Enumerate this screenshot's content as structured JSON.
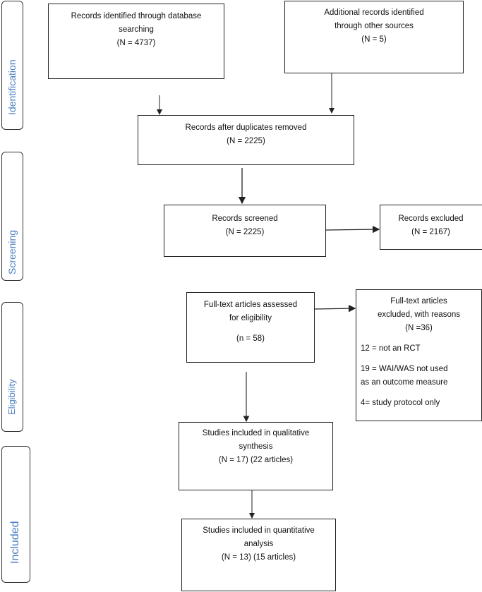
{
  "phases": [
    "Identification",
    "Screening",
    "Eligibility",
    "Included"
  ],
  "boxes": {
    "db_search": [
      "Records identified through database",
      "searching",
      "(N = 4737)"
    ],
    "other_sources": [
      "Additional records identified",
      "through other sources",
      "(N = 5)"
    ],
    "dedup": [
      "Records after duplicates removed",
      "(N = 2225)"
    ],
    "screened": [
      "Records screened",
      "(N = 2225)"
    ],
    "excluded": [
      "Records excluded",
      "(N = 2167)"
    ],
    "fulltext": [
      "Full-text articles assessed",
      "for eligibility",
      "(n = 58)"
    ],
    "fulltext_excluded": {
      "header": [
        "Full-text articles",
        "excluded, with reasons",
        "(N =36)"
      ],
      "reasons": [
        "12 = not an RCT",
        "19 = WAI/WAS not used",
        "as an outcome measure",
        "4= study protocol only"
      ]
    },
    "qualitative": [
      "Studies included in qualitative",
      "synthesis",
      "(N = 17) (22 articles)"
    ],
    "quantitative": [
      "Studies included in quantitative",
      "analysis",
      "(N = 13) (15 articles)"
    ]
  },
  "colors": {
    "phase_label": "#4a7fc1",
    "line": "#222222"
  }
}
